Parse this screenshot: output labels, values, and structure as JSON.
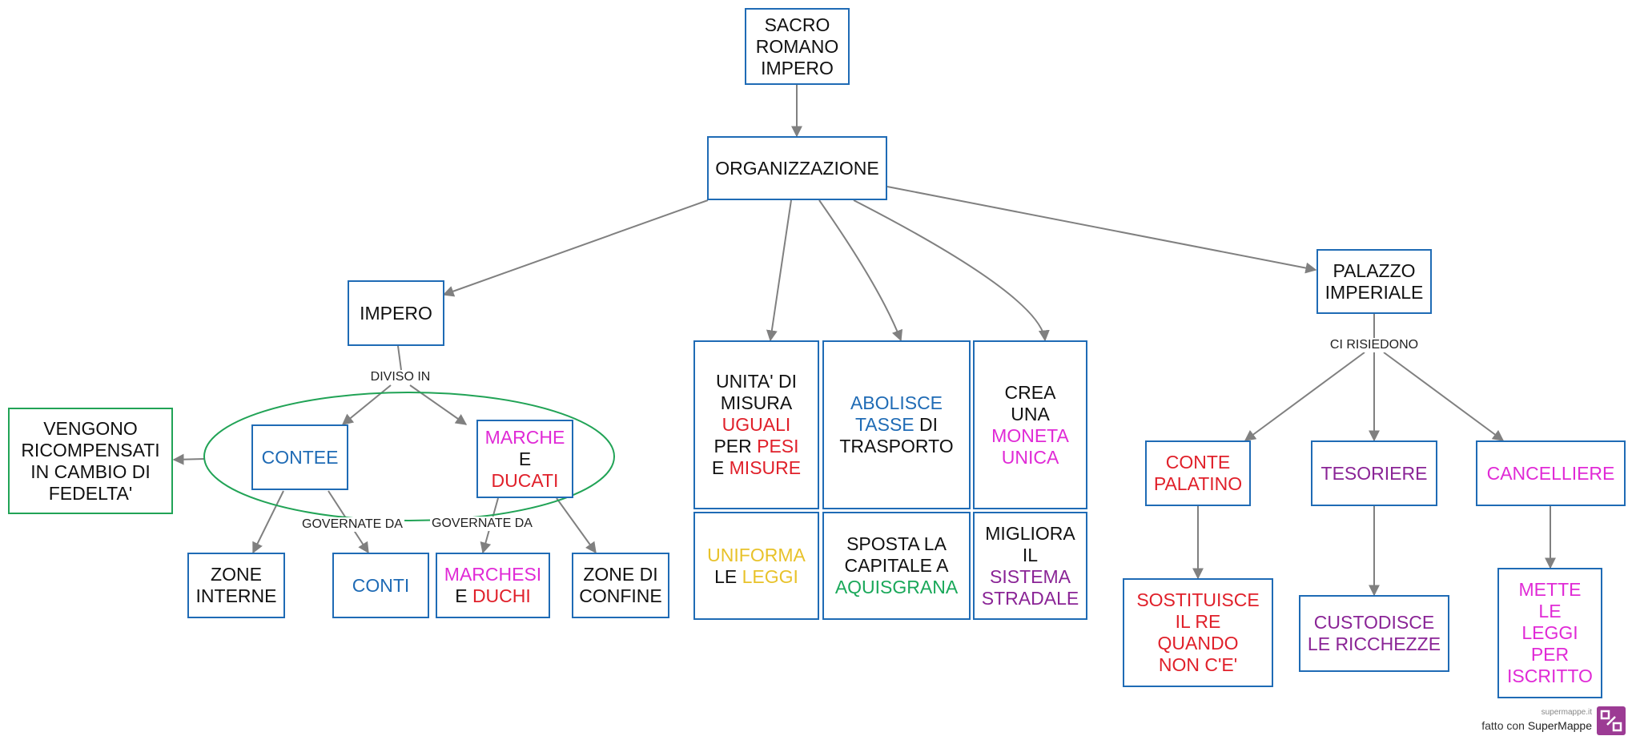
{
  "colors": {
    "node_border": "#1f6bb5",
    "group_border": "#21a356",
    "edge": "#808080",
    "black": "#111111",
    "blue": "#1f6bb5",
    "red": "#e0202a",
    "magenta": "#e02ad6",
    "purple": "#8a2496",
    "green": "#1aa85a",
    "yellow": "#e8c22a"
  },
  "nodes": {
    "sacro": [
      {
        "t": "SACRO\nROMANO\nIMPERO",
        "c": "black"
      }
    ],
    "organizzazione": [
      {
        "t": "ORGANIZZAZIONE",
        "c": "black"
      }
    ],
    "impero": [
      {
        "t": "IMPERO",
        "c": "black"
      }
    ],
    "palazzo": [
      {
        "t": "PALAZZO\nIMPERIALE",
        "c": "black"
      }
    ],
    "vengono": [
      {
        "t": "VENGONO\nRICOMPENSATI\nIN CAMBIO DI\nFEDELTA'",
        "c": "black"
      }
    ],
    "contee": [
      {
        "t": "CONTEE",
        "c": "blue"
      }
    ],
    "marche": [
      {
        "t": "MARCHE",
        "c": "magenta"
      },
      {
        "t": "\nE\n",
        "c": "black"
      },
      {
        "t": "DUCATI",
        "c": "red"
      }
    ],
    "zone_interne": [
      {
        "t": "ZONE\nINTERNE",
        "c": "black"
      }
    ],
    "conti": [
      {
        "t": "CONTI",
        "c": "blue"
      }
    ],
    "marchesi": [
      {
        "t": "MARCHESI",
        "c": "magenta"
      },
      {
        "t": "\nE ",
        "c": "black"
      },
      {
        "t": "DUCHI",
        "c": "red"
      }
    ],
    "zone_confine": [
      {
        "t": "ZONE DI\nCONFINE",
        "c": "black"
      }
    ],
    "unita": [
      {
        "t": "UNITA' DI\nMISURA\n",
        "c": "black"
      },
      {
        "t": "UGUALI",
        "c": "red"
      },
      {
        "t": "\nPER ",
        "c": "black"
      },
      {
        "t": "PESI",
        "c": "red"
      },
      {
        "t": "\nE ",
        "c": "black"
      },
      {
        "t": "MISURE",
        "c": "red"
      }
    ],
    "abolisce": [
      {
        "t": "ABOLISCE\nTASSE",
        "c": "blue"
      },
      {
        "t": " DI\nTRASPORTO",
        "c": "black"
      }
    ],
    "crea": [
      {
        "t": "CREA\nUNA\n",
        "c": "black"
      },
      {
        "t": "MONETA\nUNICA",
        "c": "magenta"
      }
    ],
    "uniforma": [
      {
        "t": "UNIFORMA",
        "c": "yellow"
      },
      {
        "t": "\nLE ",
        "c": "black"
      },
      {
        "t": "LEGGI",
        "c": "yellow"
      }
    ],
    "sposta": [
      {
        "t": "SPOSTA LA\nCAPITALE A\n",
        "c": "black"
      },
      {
        "t": "AQUISGRANA",
        "c": "green"
      }
    ],
    "migliora": [
      {
        "t": "MIGLIORA\nIL\n",
        "c": "black"
      },
      {
        "t": "SISTEMA\nSTRADALE",
        "c": "purple"
      }
    ],
    "conte_palatino": [
      {
        "t": "CONTE\nPALATINO",
        "c": "red"
      }
    ],
    "tesoriere": [
      {
        "t": "TESORIERE",
        "c": "purple"
      }
    ],
    "cancelliere": [
      {
        "t": "CANCELLIERE",
        "c": "magenta"
      }
    ],
    "sostituisce": [
      {
        "t": "SOSTITUISCE\nIL RE\nQUANDO\nNON C'E'",
        "c": "red"
      }
    ],
    "custodisce": [
      {
        "t": "CUSTODISCE\nLE RICCHEZZE",
        "c": "purple"
      }
    ],
    "mette": [
      {
        "t": "METTE\nLE\nLEGGI\nPER\nISCRITTO",
        "c": "magenta"
      }
    ]
  },
  "links": {
    "diviso_in": "DIVISO IN",
    "governate_da_1": "GOVERNATE DA",
    "governate_da_2": "GOVERNATE DA",
    "ci_risiedono": "CI RISIEDONO"
  },
  "footer": {
    "site": "supermappe.it",
    "made_with": "fatto con ",
    "brand": "SuperMappe"
  }
}
